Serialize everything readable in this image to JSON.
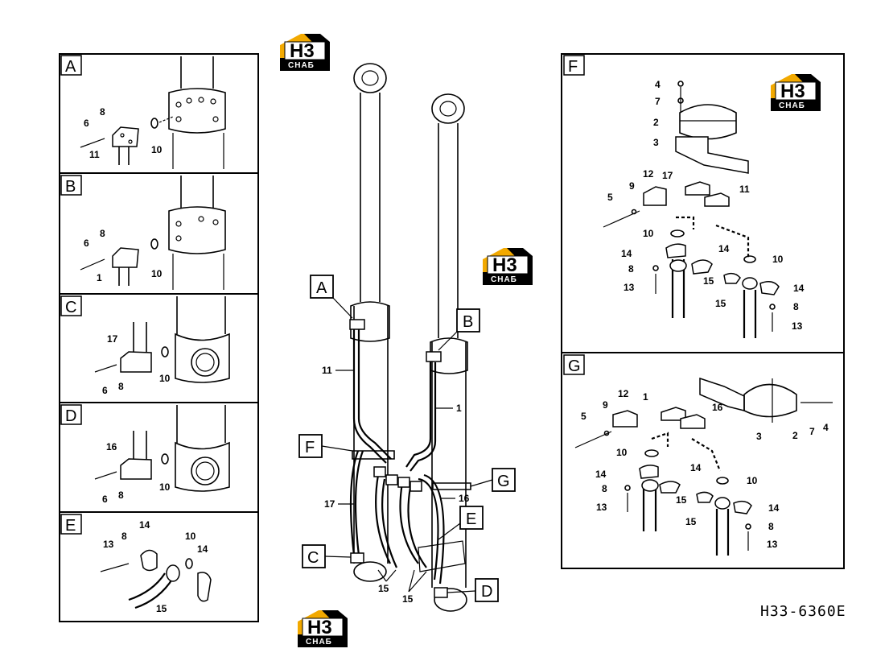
{
  "drawing_code": "H33-6360E",
  "logo": {
    "mark": "H3",
    "sub": "CHAБ",
    "color": "#F2A900"
  },
  "panels": {
    "A": {
      "letter": "A",
      "callouts": [
        "6",
        "8",
        "11",
        "10"
      ]
    },
    "B": {
      "letter": "B",
      "callouts": [
        "6",
        "8",
        "1",
        "10"
      ]
    },
    "C": {
      "letter": "C",
      "callouts": [
        "17",
        "6",
        "8",
        "10"
      ]
    },
    "D": {
      "letter": "D",
      "callouts": [
        "16",
        "6",
        "8",
        "10"
      ]
    },
    "E": {
      "letter": "E",
      "callouts": [
        "13",
        "8",
        "14",
        "10",
        "14",
        "15"
      ]
    },
    "F": {
      "letter": "F",
      "callouts": [
        "4",
        "7",
        "2",
        "3",
        "12",
        "17",
        "9",
        "5",
        "11",
        "10",
        "14",
        "8",
        "13",
        "14",
        "15",
        "10",
        "15",
        "14",
        "8",
        "13"
      ]
    },
    "G": {
      "letter": "G",
      "callouts": [
        "12",
        "1",
        "9",
        "5",
        "16",
        "10",
        "14",
        "8",
        "13",
        "14",
        "15",
        "10",
        "15",
        "14",
        "8",
        "13",
        "3",
        "2",
        "7",
        "4"
      ]
    }
  },
  "main": {
    "flags": [
      "A",
      "B",
      "F",
      "G",
      "E",
      "C",
      "D"
    ],
    "callouts": [
      "11",
      "1",
      "17",
      "16",
      "15",
      "15"
    ]
  }
}
